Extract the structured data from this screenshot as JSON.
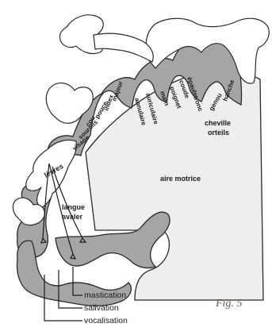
{
  "labels": {
    "aire_motrice": "aire motrice",
    "levres": "lèvres",
    "langue": "langue",
    "avaler": "avaler",
    "cheville": "cheville",
    "orteils": "orteils",
    "genou": "genou",
    "hanche": "hanche",
    "tronc": "tronc",
    "epaule": "épaule",
    "coude": "coude",
    "poignet": "poignet",
    "main": "main",
    "visage": "visage",
    "auriculaire": "auriculaire",
    "annulaire": "annulaire",
    "majeur": "majeur",
    "index": "index",
    "pouce": "pouce",
    "cou": "cou",
    "sourcils": "sourcils"
  },
  "bottom_labels": [
    "mastication",
    "salivation",
    "vocalisation"
  ],
  "figure_caption": "Fig. 5",
  "colors": {
    "cortex": "#a5a5a5",
    "caption": "#6b5a48",
    "ink": "#1a1a1a"
  }
}
